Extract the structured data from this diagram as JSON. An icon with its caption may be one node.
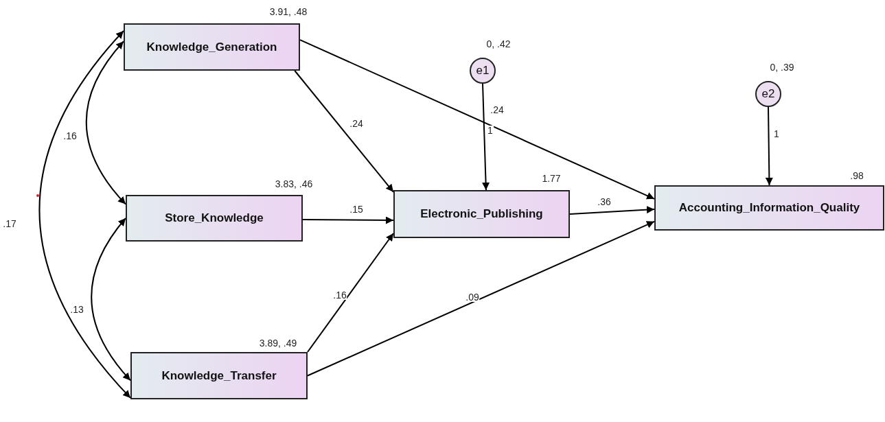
{
  "diagram": {
    "nodes": [
      {
        "text": [
          "Knowledge_Generation"
        ],
        "beside": [
          "3.91, .48"
        ]
      },
      {
        "text": [
          "Store_Knowledge"
        ],
        "beside": [
          "3.83, .46"
        ]
      },
      {
        "text": [
          "Knowledge_Transfer"
        ],
        "beside": [
          "3.89, .49"
        ]
      },
      {
        "text": [
          "Electronic_Publishing"
        ],
        "beside": [
          "1.77"
        ]
      },
      {
        "text": [
          "Accounting_Information_Quality"
        ],
        "beside": [
          ".98"
        ]
      },
      {
        "text": [
          "e1"
        ],
        "beside": [
          "0, .42"
        ]
      },
      {
        "text": [
          "e2"
        ],
        "beside": [
          "0, .39"
        ]
      }
    ],
    "edges": [
      {
        "from": 0,
        "to": 3,
        "arrow": "to",
        "label": ".24"
      },
      {
        "from": 1,
        "to": 3,
        "arrow": "to",
        "label": ".15"
      },
      {
        "from": 2,
        "to": 3,
        "arrow": "to",
        "label": ".16"
      },
      {
        "from": 3,
        "to": 4,
        "arrow": "to",
        "label": ".36"
      },
      {
        "from": 0,
        "to": 4,
        "arrow": "to",
        "label": ".24"
      },
      {
        "from": 2,
        "to": 4,
        "arrow": "to",
        "label": ".09"
      },
      {
        "from": 5,
        "to": 3,
        "arrow": "to",
        "label": "1"
      },
      {
        "from": 6,
        "to": 4,
        "arrow": "to",
        "label": "1"
      },
      {
        "from": 0,
        "to": 1,
        "arrow": "both",
        "label": ".16"
      },
      {
        "from": 1,
        "to": 2,
        "arrow": "both",
        "label": ".13"
      },
      {
        "from": 0,
        "to": 2,
        "arrow": "both",
        "label": ".17"
      }
    ]
  }
}
